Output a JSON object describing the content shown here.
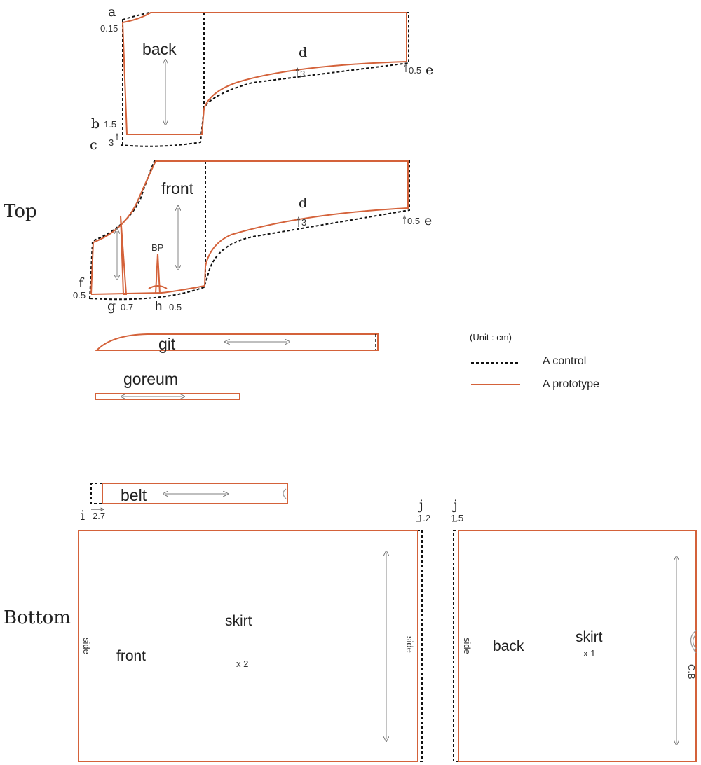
{
  "sections": {
    "top": "Top",
    "bottom": "Bottom"
  },
  "pieces": {
    "back": "back",
    "front": "front",
    "git": "git",
    "goreum": "goreum",
    "belt": "belt",
    "skirt_front": {
      "label": "front",
      "name": "skirt",
      "count": "x 2",
      "side_left": "side",
      "side_right": "side"
    },
    "skirt_back": {
      "label": "back",
      "name": "skirt",
      "count": "x 1",
      "side_left": "side",
      "center": "C.B"
    }
  },
  "points": {
    "a": "a",
    "b": "b",
    "c": "c",
    "d": "d",
    "e": "e",
    "f": "f",
    "g": "g",
    "h": "h",
    "i": "i",
    "j": "j",
    "bp": "BP"
  },
  "measures": {
    "a": "0.15",
    "b": "1.5",
    "c": "3",
    "d": "3",
    "e": "0.5",
    "f": "0.5",
    "g": "0.7",
    "h": "0.5",
    "i": "2.7",
    "j_front": "1.2",
    "j_back": "1.5"
  },
  "legend": {
    "unit": "(Unit : cm)",
    "control": "A  control",
    "prototype": "A  prototype"
  },
  "colors": {
    "prototype": "#d4623a",
    "control": "#111111",
    "grain": "#999999"
  }
}
